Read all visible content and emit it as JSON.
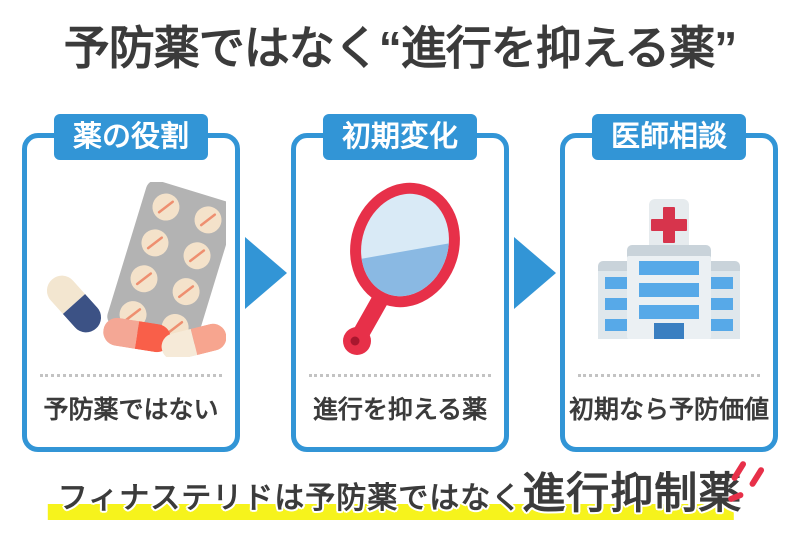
{
  "title": "予防薬ではなく“進行を抑える薬”",
  "cards": [
    {
      "badge": "薬の役割",
      "icon": "pill-sheet-and-capsules",
      "caption": "予防薬ではない"
    },
    {
      "badge": "初期変化",
      "icon": "hand-mirror",
      "caption": "進行を抑える薬"
    },
    {
      "badge": "医師相談",
      "icon": "hospital-building",
      "caption": "初期なら予防価値"
    }
  ],
  "footer": {
    "lead": "フィナステリドは予防薬ではなく",
    "emphasis": "進行抑制薬"
  },
  "colors": {
    "accent_blue": "#3295d6",
    "text_dark": "#3b3b3b",
    "highlight_yellow": "#f6f31c",
    "emphasis_red": "#e73049",
    "mirror_red": "#e73049",
    "hospital_window_blue": "#57a9e8"
  }
}
